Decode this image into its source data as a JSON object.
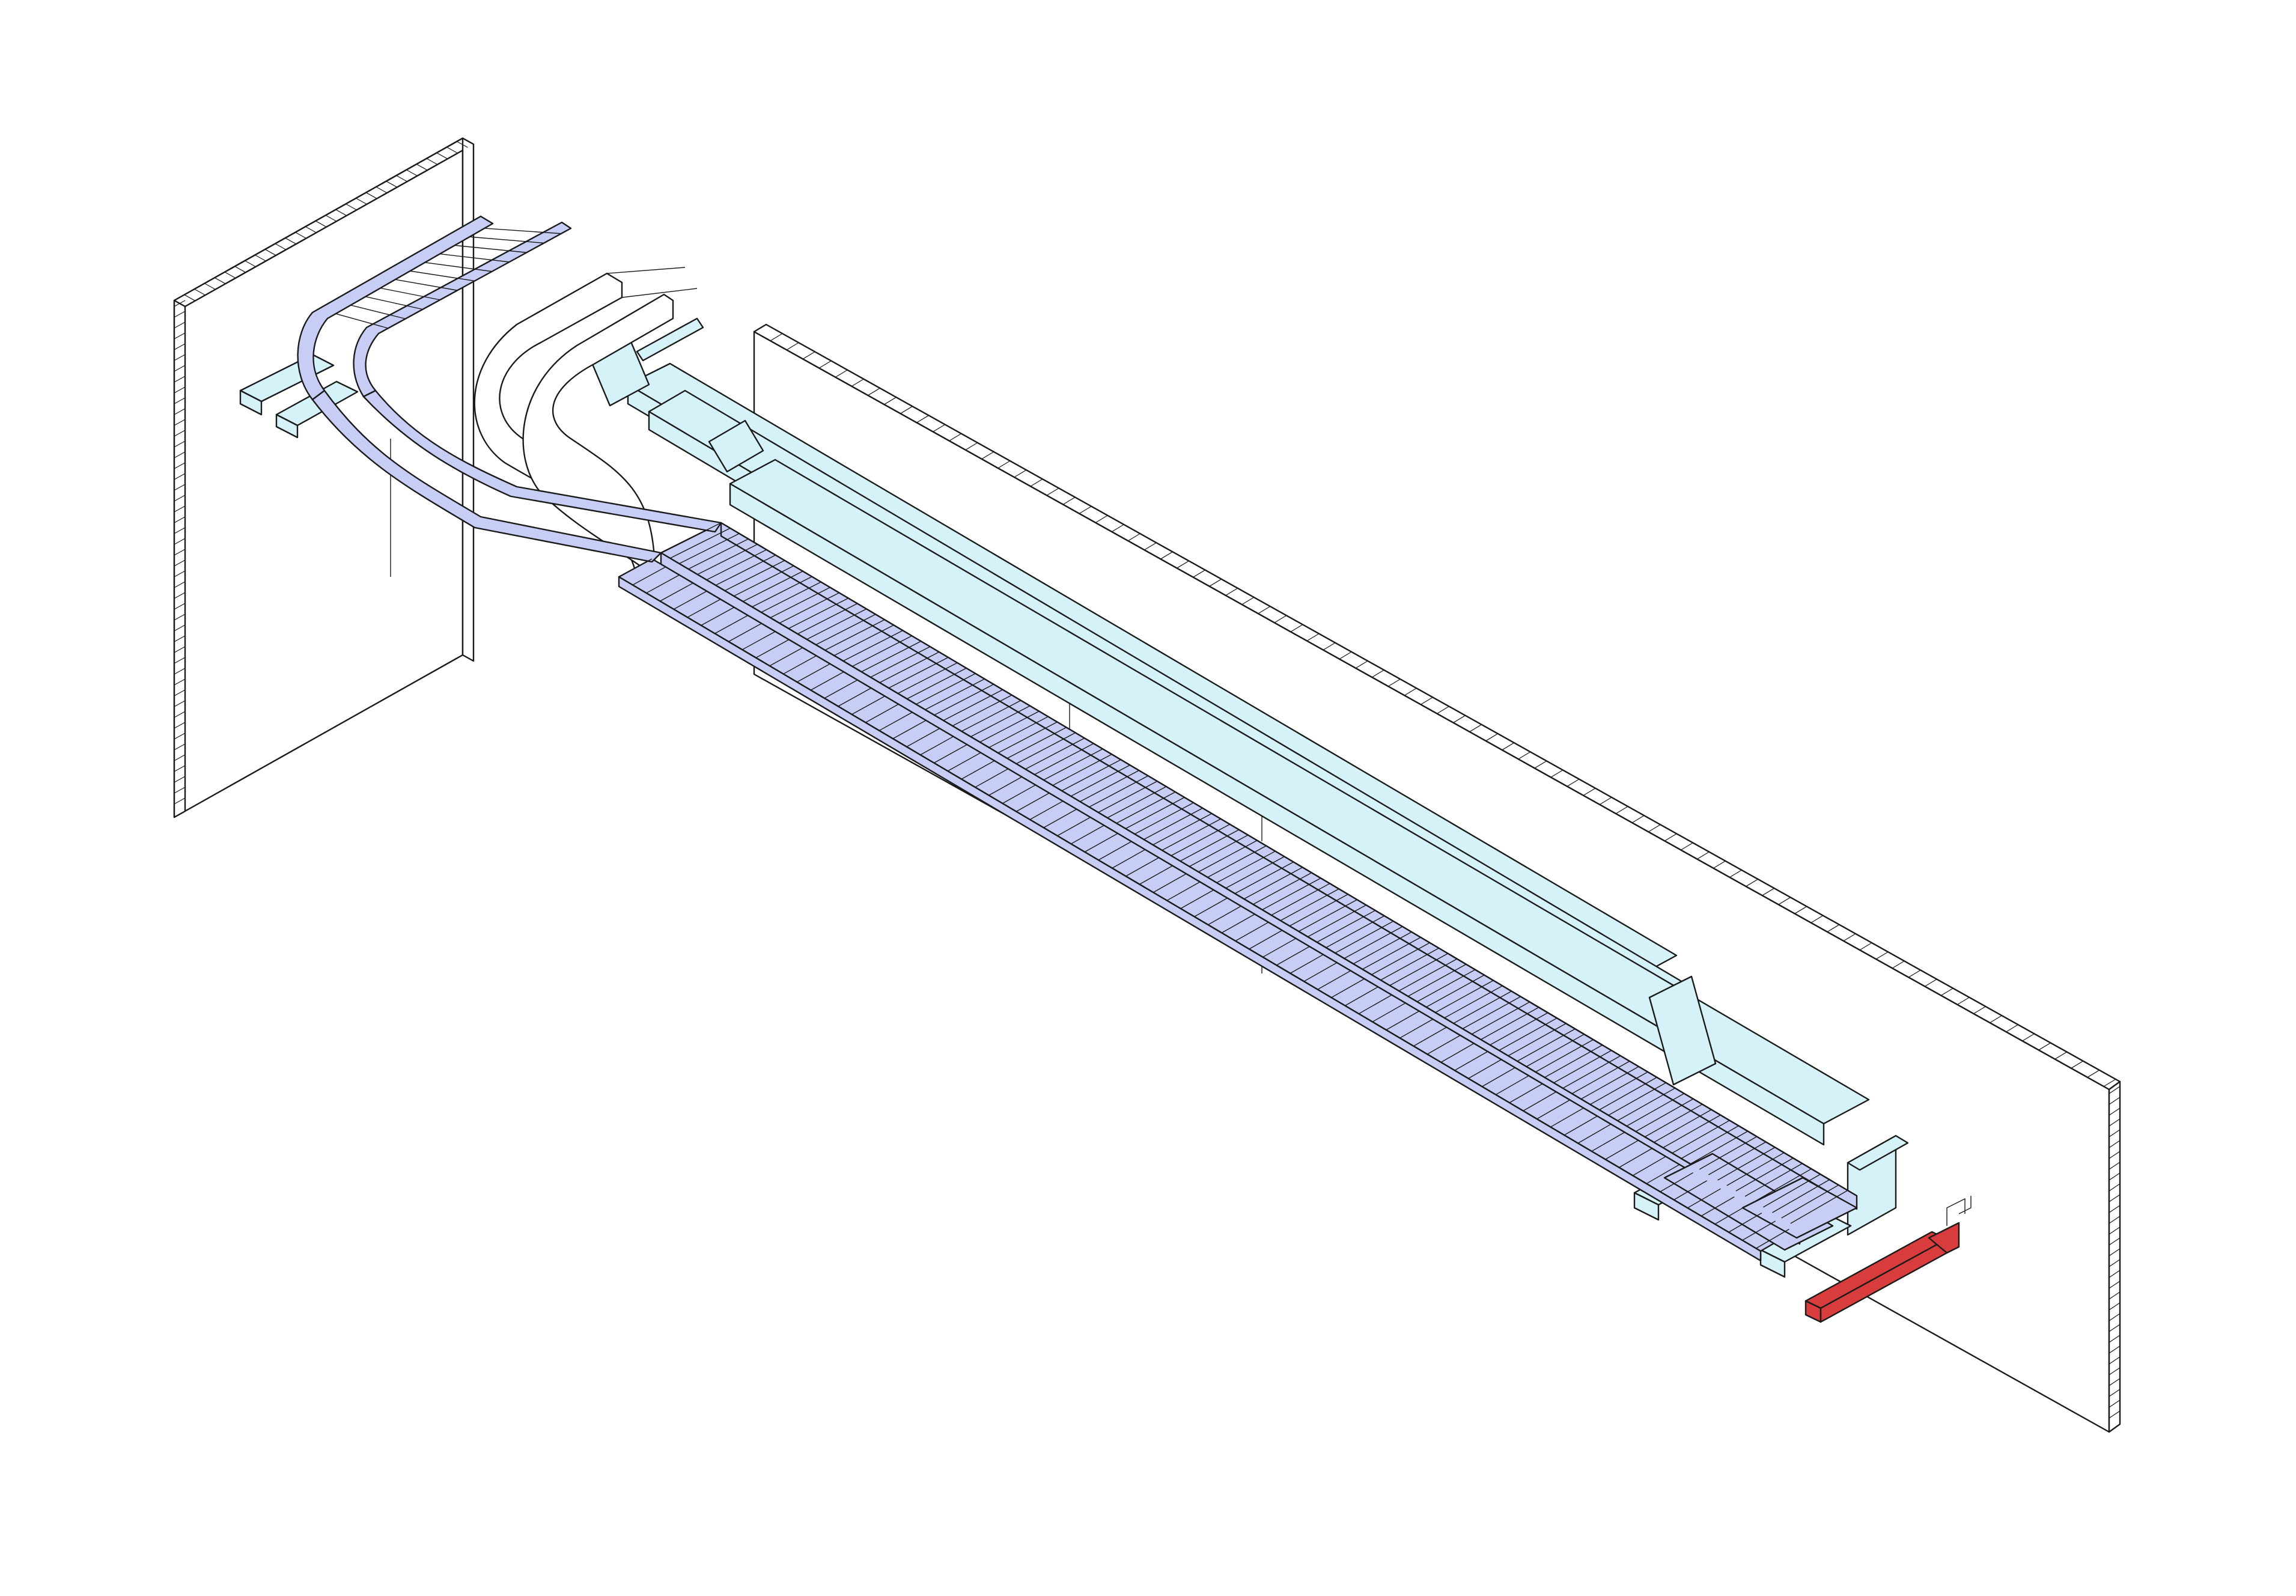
{
  "drawing": {
    "type": "isometric cable tray routing view",
    "elements": [
      {
        "name": "left-wall",
        "kind": "wall",
        "color": "#ffffff"
      },
      {
        "name": "right-wall",
        "kind": "wall",
        "color": "#ffffff"
      },
      {
        "name": "ladder-cable-tray",
        "kind": "ladder tray",
        "color": "#c8cdf6",
        "edge": "#2a3070"
      },
      {
        "name": "solid-cable-trunking",
        "kind": "trunking",
        "color": "#d4f2f7"
      },
      {
        "name": "s-bend-tray-section",
        "kind": "trunking bend",
        "color": "#ffffff"
      },
      {
        "name": "highlighted-bracket",
        "kind": "support bracket",
        "color": "#d93c3c"
      }
    ]
  }
}
